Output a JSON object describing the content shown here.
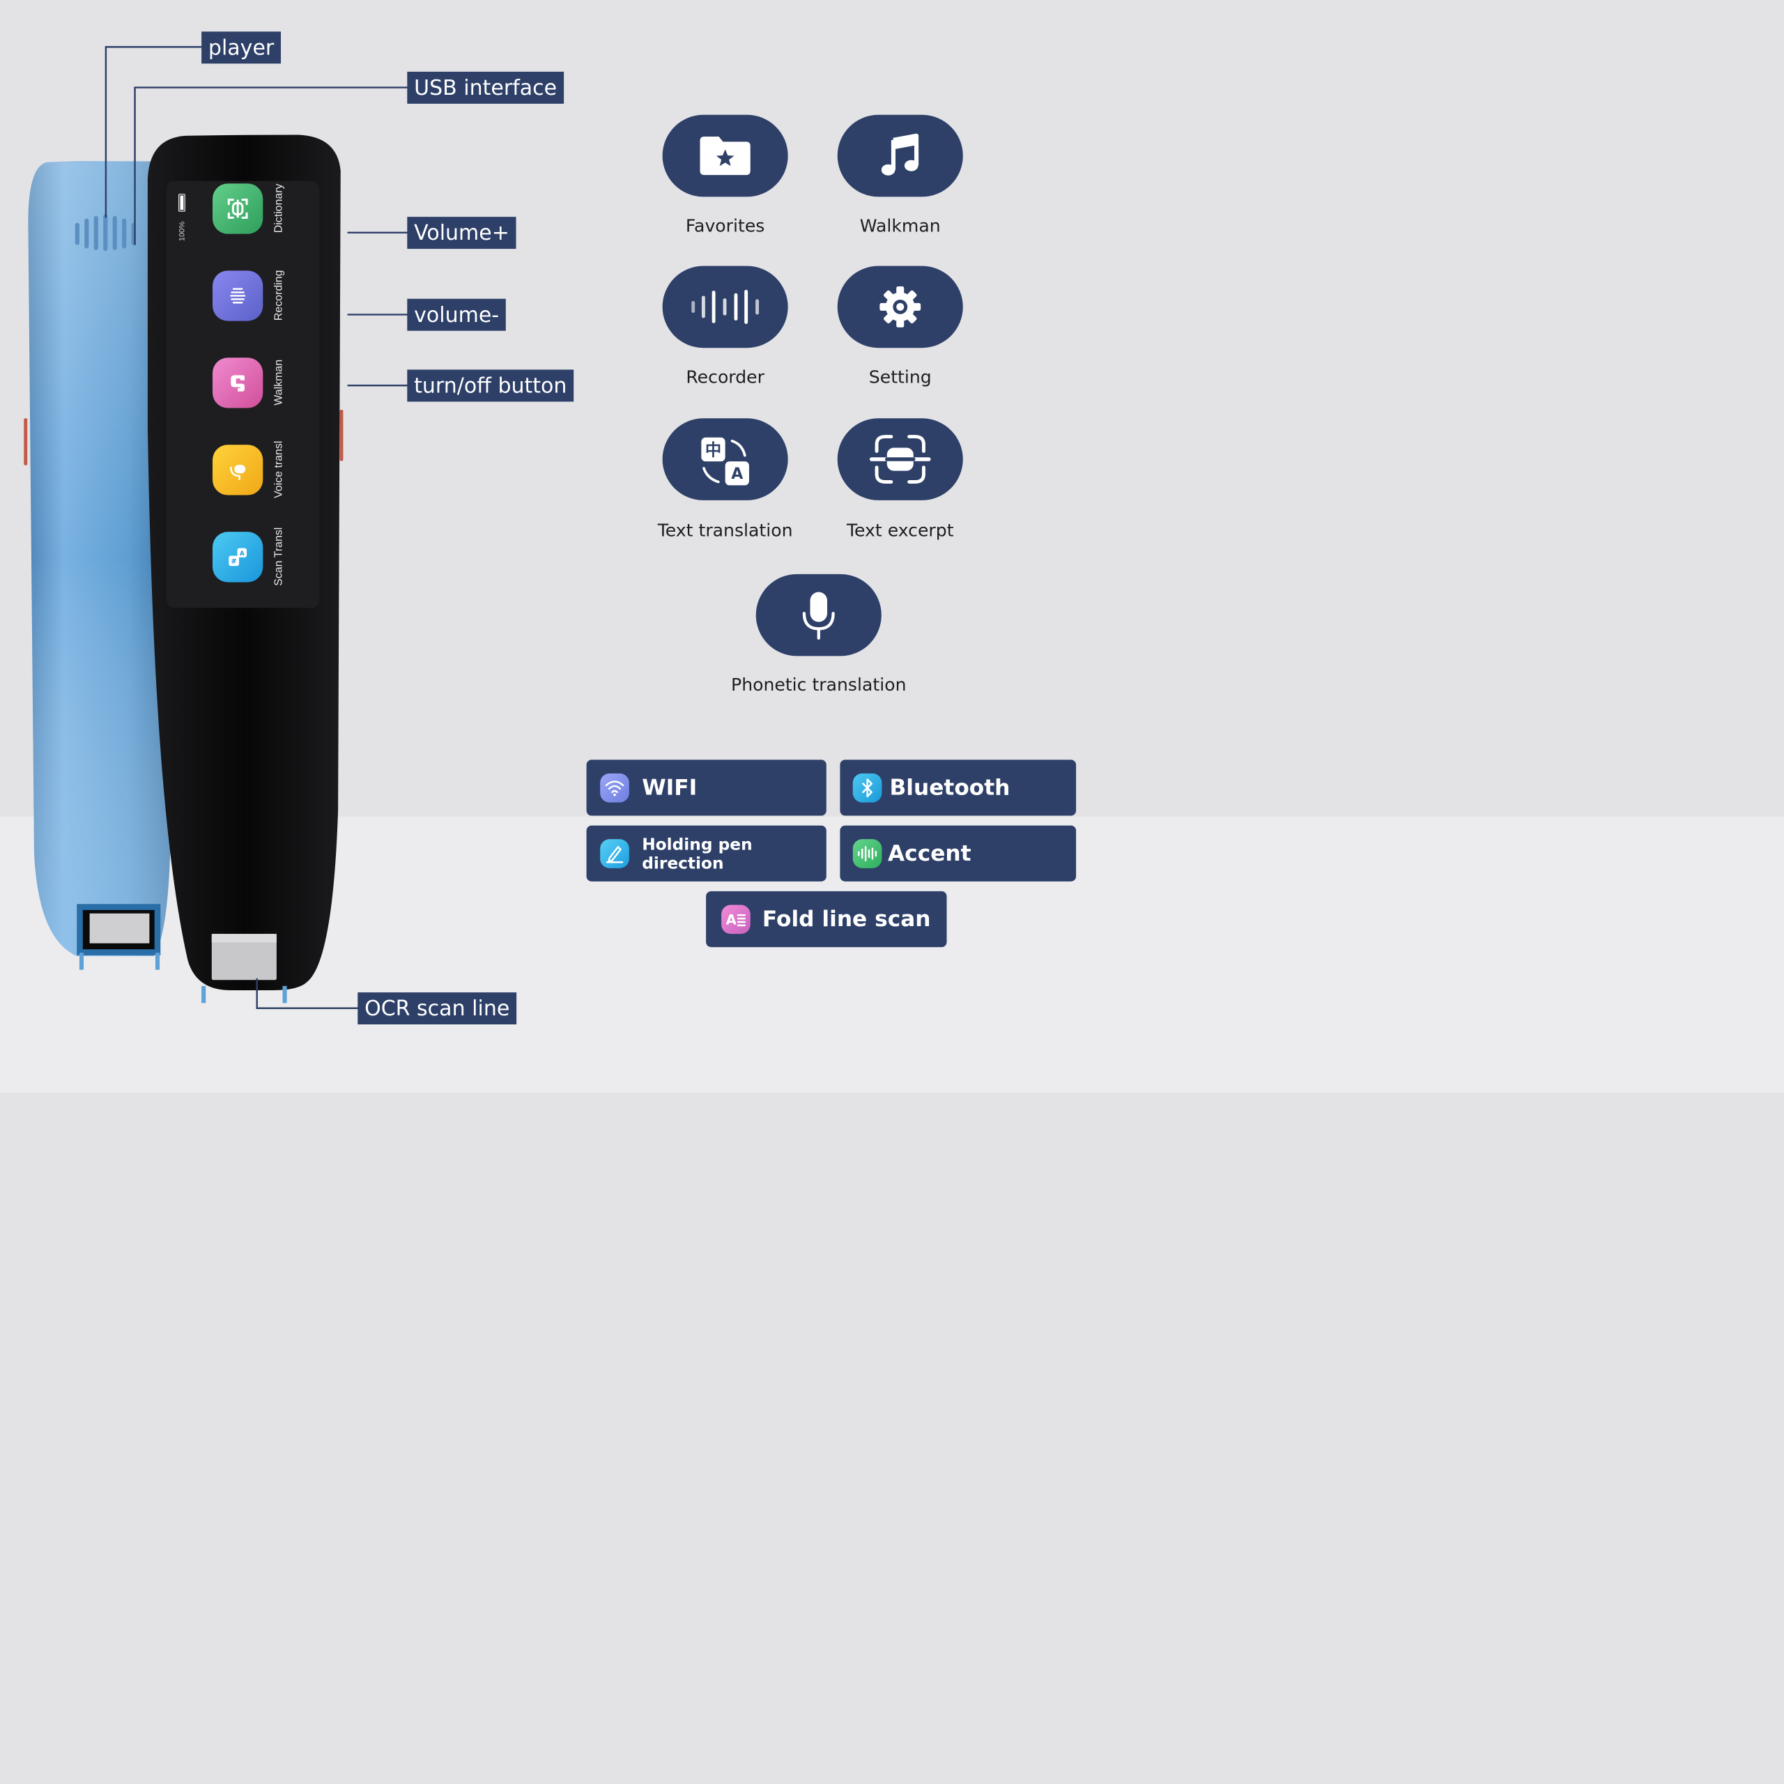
{
  "callouts": {
    "player": "player",
    "usb": "USB interface",
    "volume_up": "Volume+",
    "volume_down": "volume-",
    "power": "turn/off button",
    "ocr": "OCR scan line"
  },
  "screen": {
    "battery": "100%",
    "apps": [
      {
        "label": "Dictionary",
        "icon": "scan-bracket-icon",
        "color": "#3fb06a"
      },
      {
        "label": "Recording",
        "icon": "waveform-lines-icon",
        "color": "#6a68d8"
      },
      {
        "label": "Walkman",
        "icon": "headphones-icon",
        "color": "#e056a8"
      },
      {
        "label": "Voice transl",
        "icon": "microphone-icon",
        "color": "#f0b020"
      },
      {
        "label": "Scan Transl",
        "icon": "translate-icon",
        "color": "#1ea8e8"
      }
    ]
  },
  "features": [
    {
      "label": "Favorites",
      "icon": "star-folder-icon"
    },
    {
      "label": "Walkman",
      "icon": "music-note-icon"
    },
    {
      "label": "Recorder",
      "icon": "sound-wave-icon"
    },
    {
      "label": "Setting",
      "icon": "gear-icon"
    },
    {
      "label": "Text translation",
      "icon": "translate-icon"
    },
    {
      "label": "Text excerpt",
      "icon": "scan-frame-icon"
    },
    {
      "label": "Phonetic translation",
      "icon": "microphone-icon"
    }
  ],
  "settings": [
    {
      "label": "WIFI",
      "icon": "wifi-icon",
      "color": "#7f8cf0"
    },
    {
      "label": "Bluetooth",
      "icon": "bluetooth-icon",
      "color": "#29b6e8"
    },
    {
      "label": "Holding pen direction",
      "icon": "pen-icon",
      "color": "#2fb8e8"
    },
    {
      "label": "Accent",
      "icon": "audio-wave-icon",
      "color": "#3fbf6a"
    },
    {
      "label": "Fold line scan",
      "icon": "text-scan-icon",
      "color": "#d870c8"
    }
  ],
  "colors": {
    "navy": "#2e4068",
    "background": "#e3e3e6",
    "pen_blue": "#6aaee0",
    "pen_black": "#0d0d0e"
  }
}
